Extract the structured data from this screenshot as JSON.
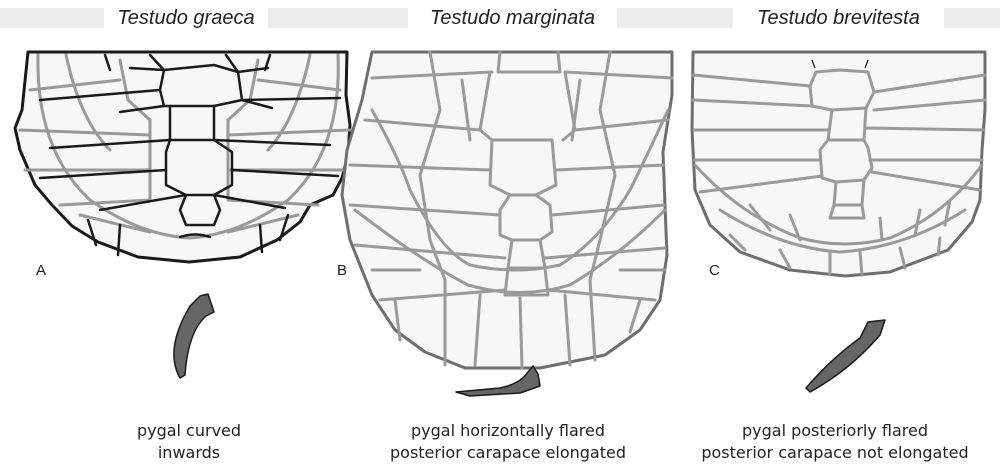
{
  "panels": [
    {
      "species": "Testudo graeca",
      "letter": "A",
      "caption_lines": [
        "pygal curved",
        "inwards"
      ]
    },
    {
      "species": "Testudo marginata",
      "letter": "B",
      "caption_lines": [
        "pygal horizontally flared",
        "posterior carapace elongated"
      ]
    },
    {
      "species": "Testudo brevitesta",
      "letter": "C",
      "caption_lines": [
        "pygal posteriorly flared",
        "posterior carapace not elongated"
      ]
    }
  ],
  "colors": {
    "outline_black": "#1a1a1a",
    "outline_grey": "#6e6e6e",
    "seam_grey": "#9a9a9a",
    "shell_fill": "#f7f7f7",
    "pygal_fill": "#666666",
    "title_band": "#ececec"
  }
}
